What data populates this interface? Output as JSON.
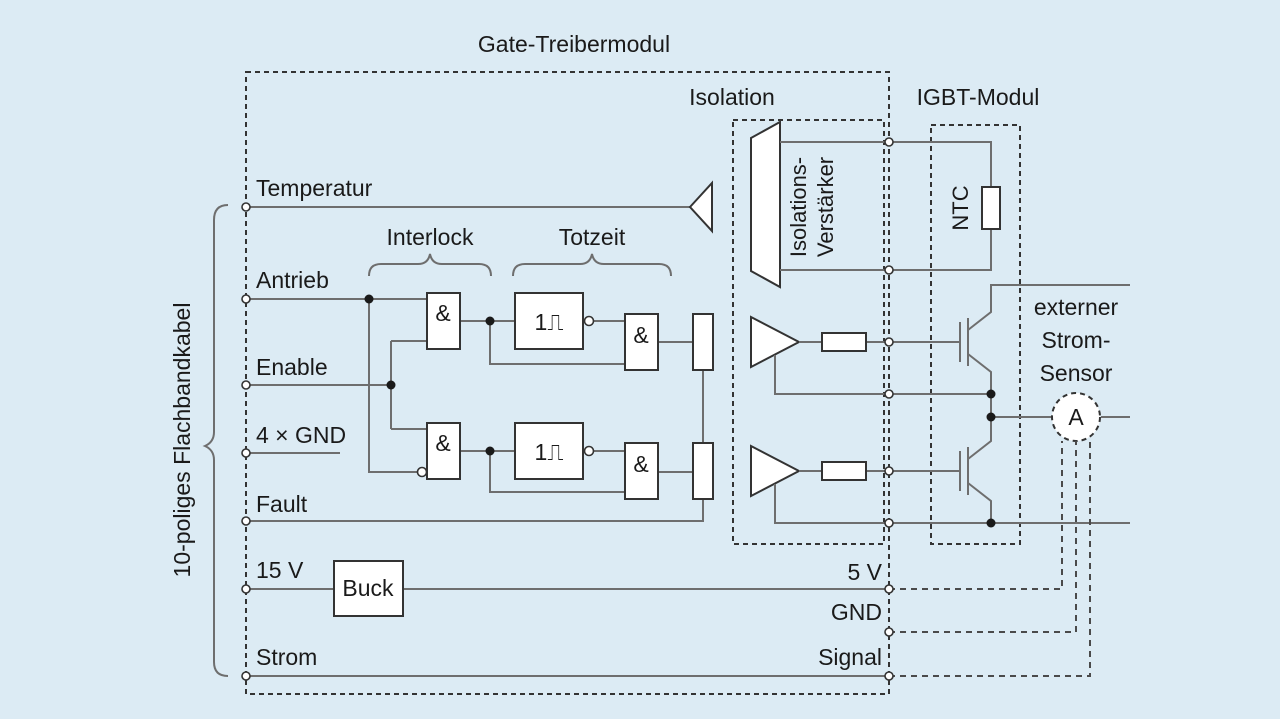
{
  "labels": {
    "gate_driver_module": "Gate-Treibermodul",
    "isolation": "Isolation",
    "igbt_module": "IGBT-Modul",
    "ribbon_cable": "10-poliges Flachbandkabel",
    "interlock": "Interlock",
    "dead_time": "Totzeit",
    "isolation_amp_line1": "Isolations-",
    "isolation_amp_line2": "Verstärker",
    "ntc": "NTC",
    "buck": "Buck",
    "external_sensor_line1": "externer",
    "external_sensor_line2": "Strom-",
    "external_sensor_line3": "Sensor",
    "ammeter": "A",
    "and_gate": "&",
    "monoflop": "1⎍",
    "out_5v": "5 V",
    "out_gnd": "GND",
    "out_signal": "Signal"
  },
  "pins": {
    "temperatur": "Temperatur",
    "antrieb": "Antrieb",
    "enable": "Enable",
    "gnd": "4 × GND",
    "fault": "Fault",
    "v15": "15 V",
    "strom": "Strom"
  },
  "colors": {
    "background": "#dcebf4",
    "wire": "#6e6e6e",
    "outline": "#333333"
  }
}
